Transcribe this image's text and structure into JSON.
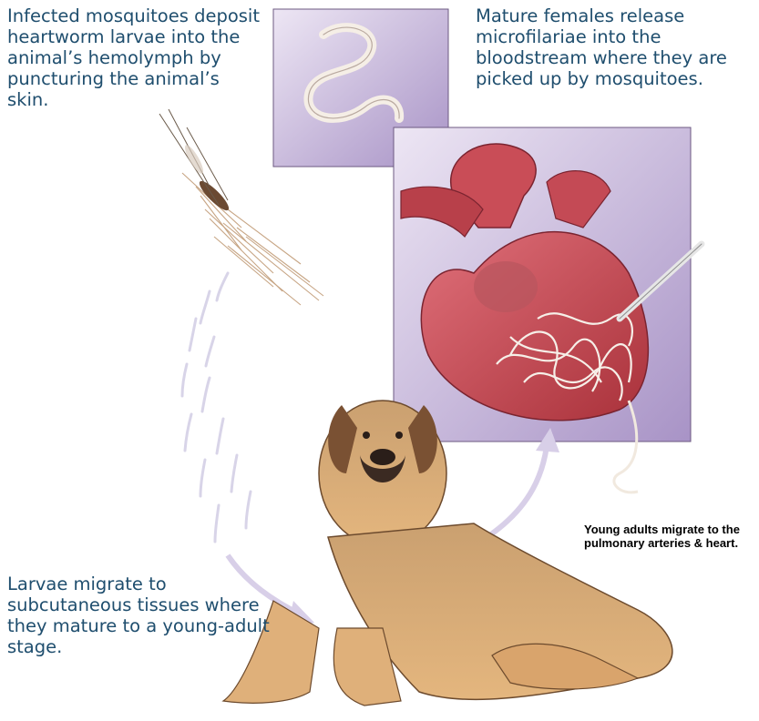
{
  "captions": {
    "mosquito_step": "Infected mosquitoes deposit heartworm larvae into the animal’s hemolymph by puncturing the animal’s skin.",
    "microfilariae_step": "Mature females release microfilariae into the bloodstream where they are picked up by mosquitoes.",
    "larvae_step": "Larvae migrate to subcutaneous tissues where they mature to a young-adult stage.",
    "young_adults_step": "Young adults migrate to the pulmonary arteries & heart."
  },
  "colors": {
    "caption_text": "#1f4e6e",
    "panel_bg": "#c9b9dd",
    "heart": "#c8484f",
    "dog_fur": "#d9a46c",
    "worm": "#f3ece4"
  }
}
